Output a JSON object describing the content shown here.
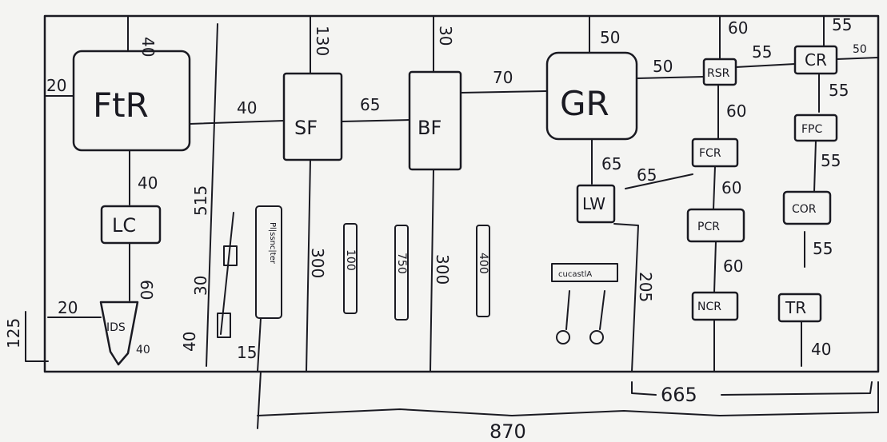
{
  "units": {
    "ftr": "FtR",
    "sf": "SF",
    "bf": "BF",
    "gr": "GR",
    "lc": "LC",
    "rsr": "RSR",
    "cr": "CR",
    "fpc": "FPC",
    "fcr": "FCR",
    "lw": "LW",
    "pcr": "PCR",
    "cor": "COR",
    "ncr": "NCR",
    "tr": "TR",
    "ids": "IDS",
    "wide_box": "cucastlA",
    "tall_box": "Pl|ssnc|ter"
  },
  "dims": {
    "ftr_top": "40",
    "ftr_left": "20",
    "ftr_sf": "40",
    "ftr_down": "40",
    "lc_down": "60",
    "ids_left": "20",
    "ids_right": "40",
    "left_edge": "125",
    "sf_top": "130",
    "sf_bf": "65",
    "bf_top": "30",
    "bf_gr": "70",
    "gr_top": "50",
    "gr_rsr": "50",
    "rsr_top": "60",
    "rsr_cr": "55",
    "cr_top": "55",
    "cr_right": "50",
    "cr_fpc": "55",
    "fpc_cor": "55",
    "cor_tr": "55",
    "rsr_fcr": "60",
    "fcr_pcr": "60",
    "pcr_ncr": "60",
    "gr_lw": "65",
    "lw_fcr": "65",
    "v_left": "515",
    "left_30": "30",
    "left_40": "40",
    "small_15": "15",
    "sf_below": "300",
    "bf_below": "300",
    "lw_below": "205",
    "bar1": "100",
    "bar2": "750",
    "bar3": "400",
    "tr_below": "40",
    "bottom_665": "665",
    "bottom_870": "870"
  }
}
